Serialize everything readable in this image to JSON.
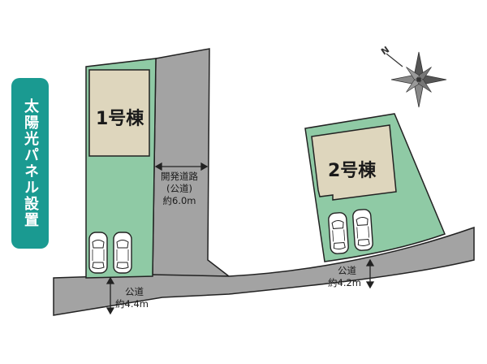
{
  "badge": {
    "text": "太陽光パネル設置"
  },
  "buildings": [
    {
      "label": "1号棟"
    },
    {
      "label": "2号棟"
    }
  ],
  "roads": {
    "dev_road": {
      "line1": "開発道路",
      "line2": "(公道)",
      "line3": "約6.0m"
    },
    "public_left": {
      "line1": "公道",
      "line2": "約4.4m"
    },
    "public_right": {
      "line1": "公道",
      "line2": "約4.2m"
    }
  },
  "compass": {
    "label": "N"
  },
  "colors": {
    "lot_green": "#8fcaa5",
    "building_beige": "#ded6bd",
    "road_gray": "#a3a3a3",
    "badge_teal": "#1a9a91"
  }
}
